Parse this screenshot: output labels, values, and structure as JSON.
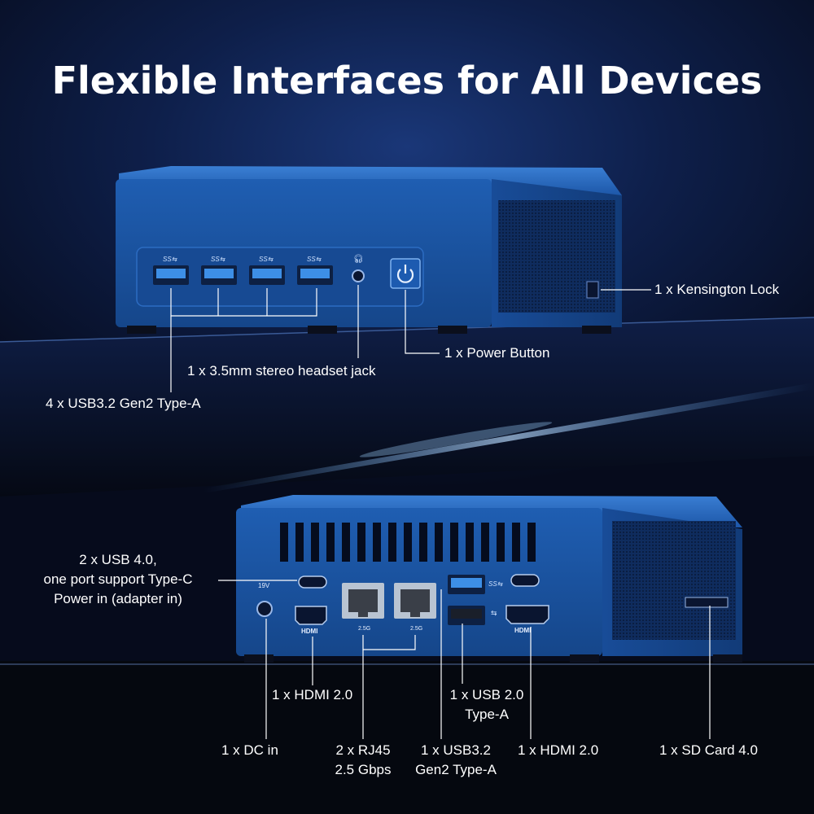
{
  "title": "Flexible Interfaces for All Devices",
  "front": {
    "kensington": "1 x Kensington Lock",
    "power": "1 x Power Button",
    "headset": "1 x 3.5mm stereo headset jack",
    "usb": "4 x USB3.2 Gen2 Type-A"
  },
  "rear": {
    "usb4": [
      "2 x USB 4.0,",
      "one port support Type-C",
      "Power in (adapter in)"
    ],
    "hdmi_left": "1 x HDMI 2.0",
    "usb2": [
      "1 x USB 2.0",
      "Type-A"
    ],
    "dc": "1 x DC in",
    "rj45": [
      "2 x RJ45",
      "2.5 Gbps"
    ],
    "usb32": [
      "1 x USB3.2",
      "Gen2 Type-A"
    ],
    "hdmi_right": "1 x HDMI 2.0",
    "sd": "1 x SD Card 4.0"
  },
  "port_marks": {
    "dc_voltage": "19V",
    "hdmi": "HDMI",
    "lan_speed": "2.5G"
  },
  "colors": {
    "chassis": "#1b55a6",
    "chassis_top": "#2468bf",
    "port_blue": "#3d8fe6",
    "background": "#060b1c"
  }
}
